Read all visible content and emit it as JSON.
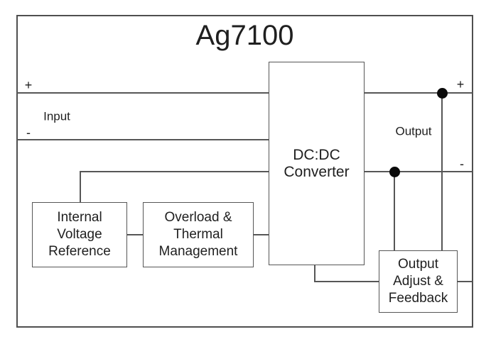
{
  "diagram": {
    "title": "Ag7100",
    "blocks": {
      "dcdc": {
        "lines": [
          "DC:DC",
          "Converter"
        ]
      },
      "ivr": {
        "lines": [
          "Internal",
          "Voltage",
          "Reference"
        ]
      },
      "otm": {
        "lines": [
          "Overload &",
          "Thermal",
          "Management"
        ]
      },
      "oaf": {
        "lines": [
          "Output",
          "Adjust &",
          "Feedback"
        ]
      }
    },
    "port_labels": {
      "input_plus": "+",
      "input_minus": "-",
      "input": "Input",
      "output": "Output",
      "output_plus": "+",
      "output_minus": "-"
    },
    "colors": {
      "line": "#565656",
      "text": "#1f1f1f",
      "dot": "#0a0a0a",
      "background": "#ffffff"
    }
  }
}
